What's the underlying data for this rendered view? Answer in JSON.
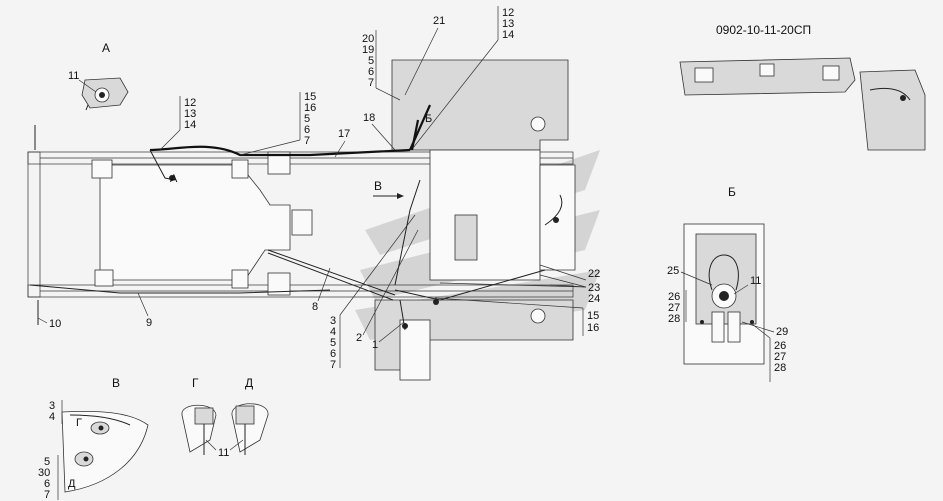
{
  "title": "0902-10-11-20СП",
  "views": {
    "a": "А",
    "b": "Б",
    "v": "В",
    "g": "Г",
    "d": "Д",
    "v_arrow": "В",
    "b_arrow": "Б",
    "a_marker": "А",
    "g_marker": "Г",
    "d_marker": "Д"
  },
  "callouts": {
    "c11_a": "11",
    "c21": "21",
    "c17": "17",
    "c18": "18",
    "c22": "22",
    "c23": "23",
    "c24": "24",
    "c8": "8",
    "c9": "9",
    "c10": "10",
    "c2": "2",
    "c1": "1",
    "c25": "25",
    "c11_b": "11",
    "c29": "29",
    "c11_g": "11"
  },
  "stacks": {
    "left_top": [
      "12",
      "13",
      "14"
    ],
    "mid_top": [
      "15",
      "16",
      "5",
      "6",
      "7"
    ],
    "top_stack": [
      "20",
      "19",
      "5",
      "6",
      "7"
    ],
    "top_right": [
      "12",
      "13",
      "14"
    ],
    "bottom_left": [
      "3",
      "4",
      "5",
      "6",
      "7"
    ],
    "bottom_right": [
      "15",
      "16"
    ],
    "b_left": [
      "26",
      "27",
      "28"
    ],
    "b_right": [
      "26",
      "27",
      "28"
    ],
    "v_top": [
      "3",
      "4"
    ],
    "v_bottom": [
      "5",
      "30",
      "6",
      "7"
    ]
  }
}
